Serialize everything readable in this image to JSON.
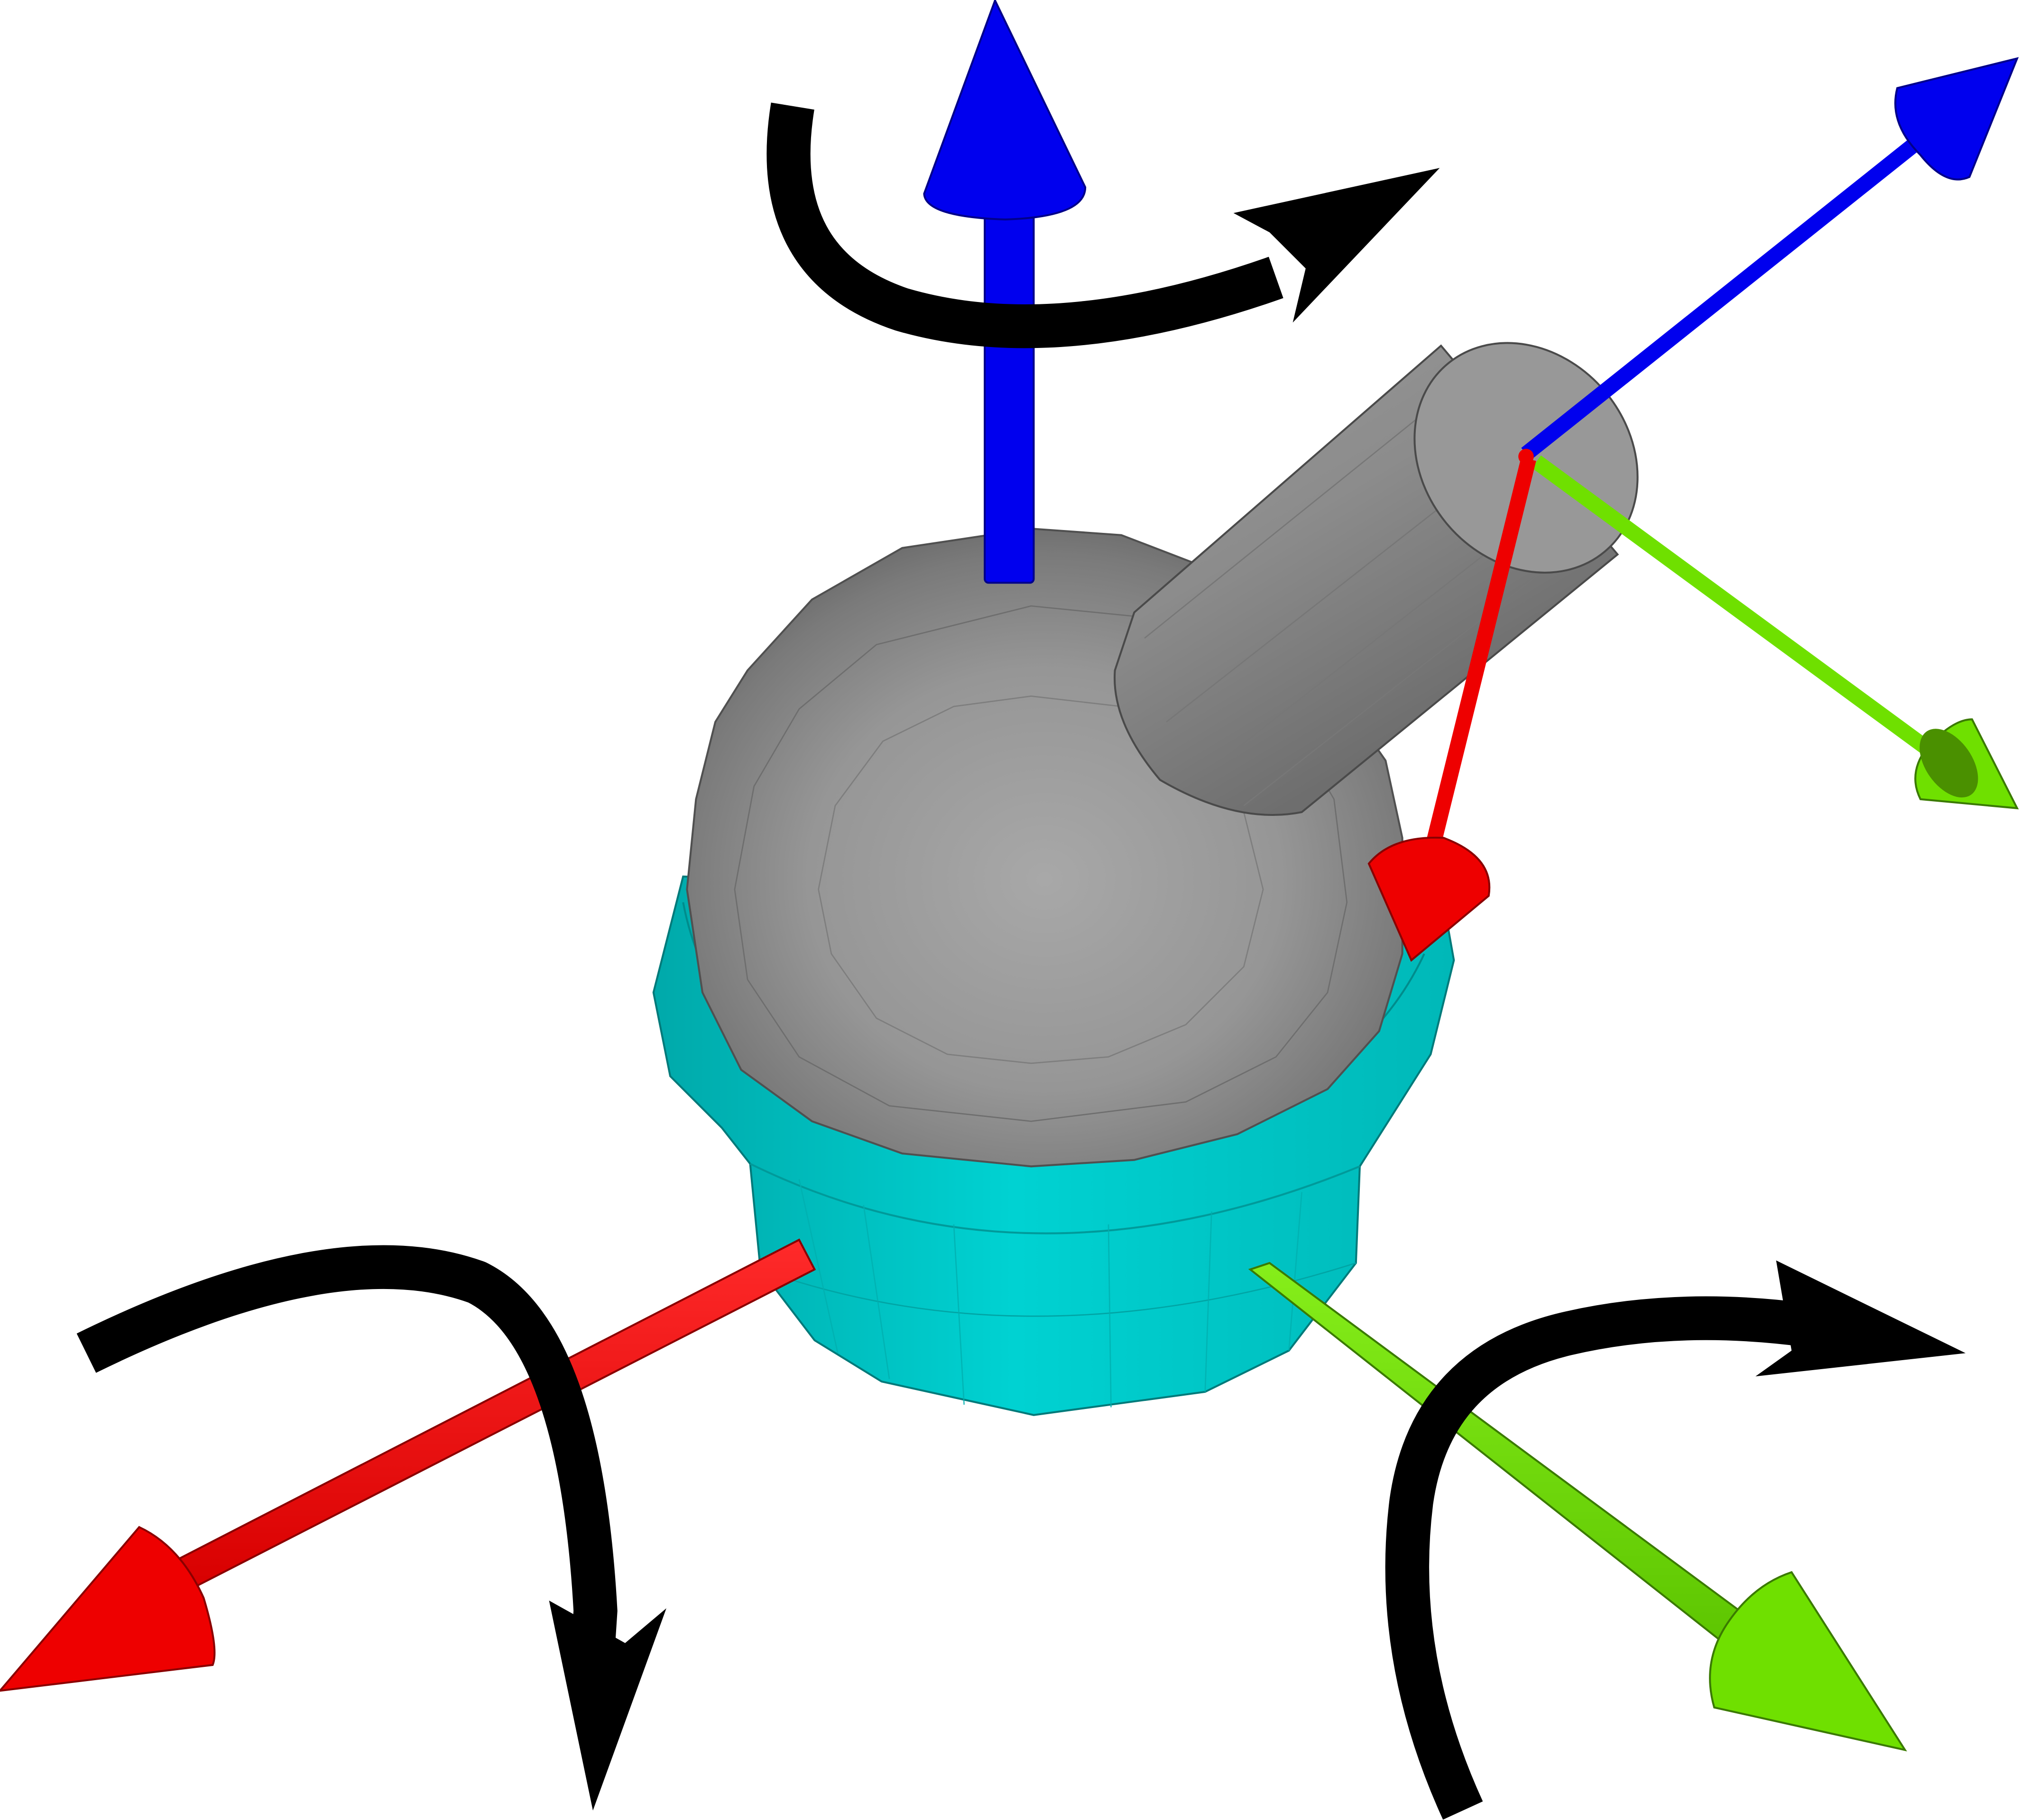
{
  "diagram": {
    "type": "ball-joint-rotation-axes",
    "background": "#ffffff",
    "colors": {
      "x_axis": "#ee0000",
      "y_axis": "#6fe000",
      "z_axis": "#0000ee",
      "rotation_arrow": "#000000",
      "ball": "#9e9e9e",
      "socket": "#00cfd0",
      "stem": "#8a8a8a"
    },
    "parts": [
      "ball",
      "socket",
      "stem"
    ],
    "axes": {
      "world": [
        "x-axis-red",
        "y-axis-green",
        "z-axis-blue"
      ],
      "local": [
        "x-axis-red",
        "y-axis-green",
        "z-axis-blue"
      ]
    },
    "rotation_arrows": [
      "rotation-about-x",
      "rotation-about-y",
      "rotation-about-z"
    ]
  }
}
